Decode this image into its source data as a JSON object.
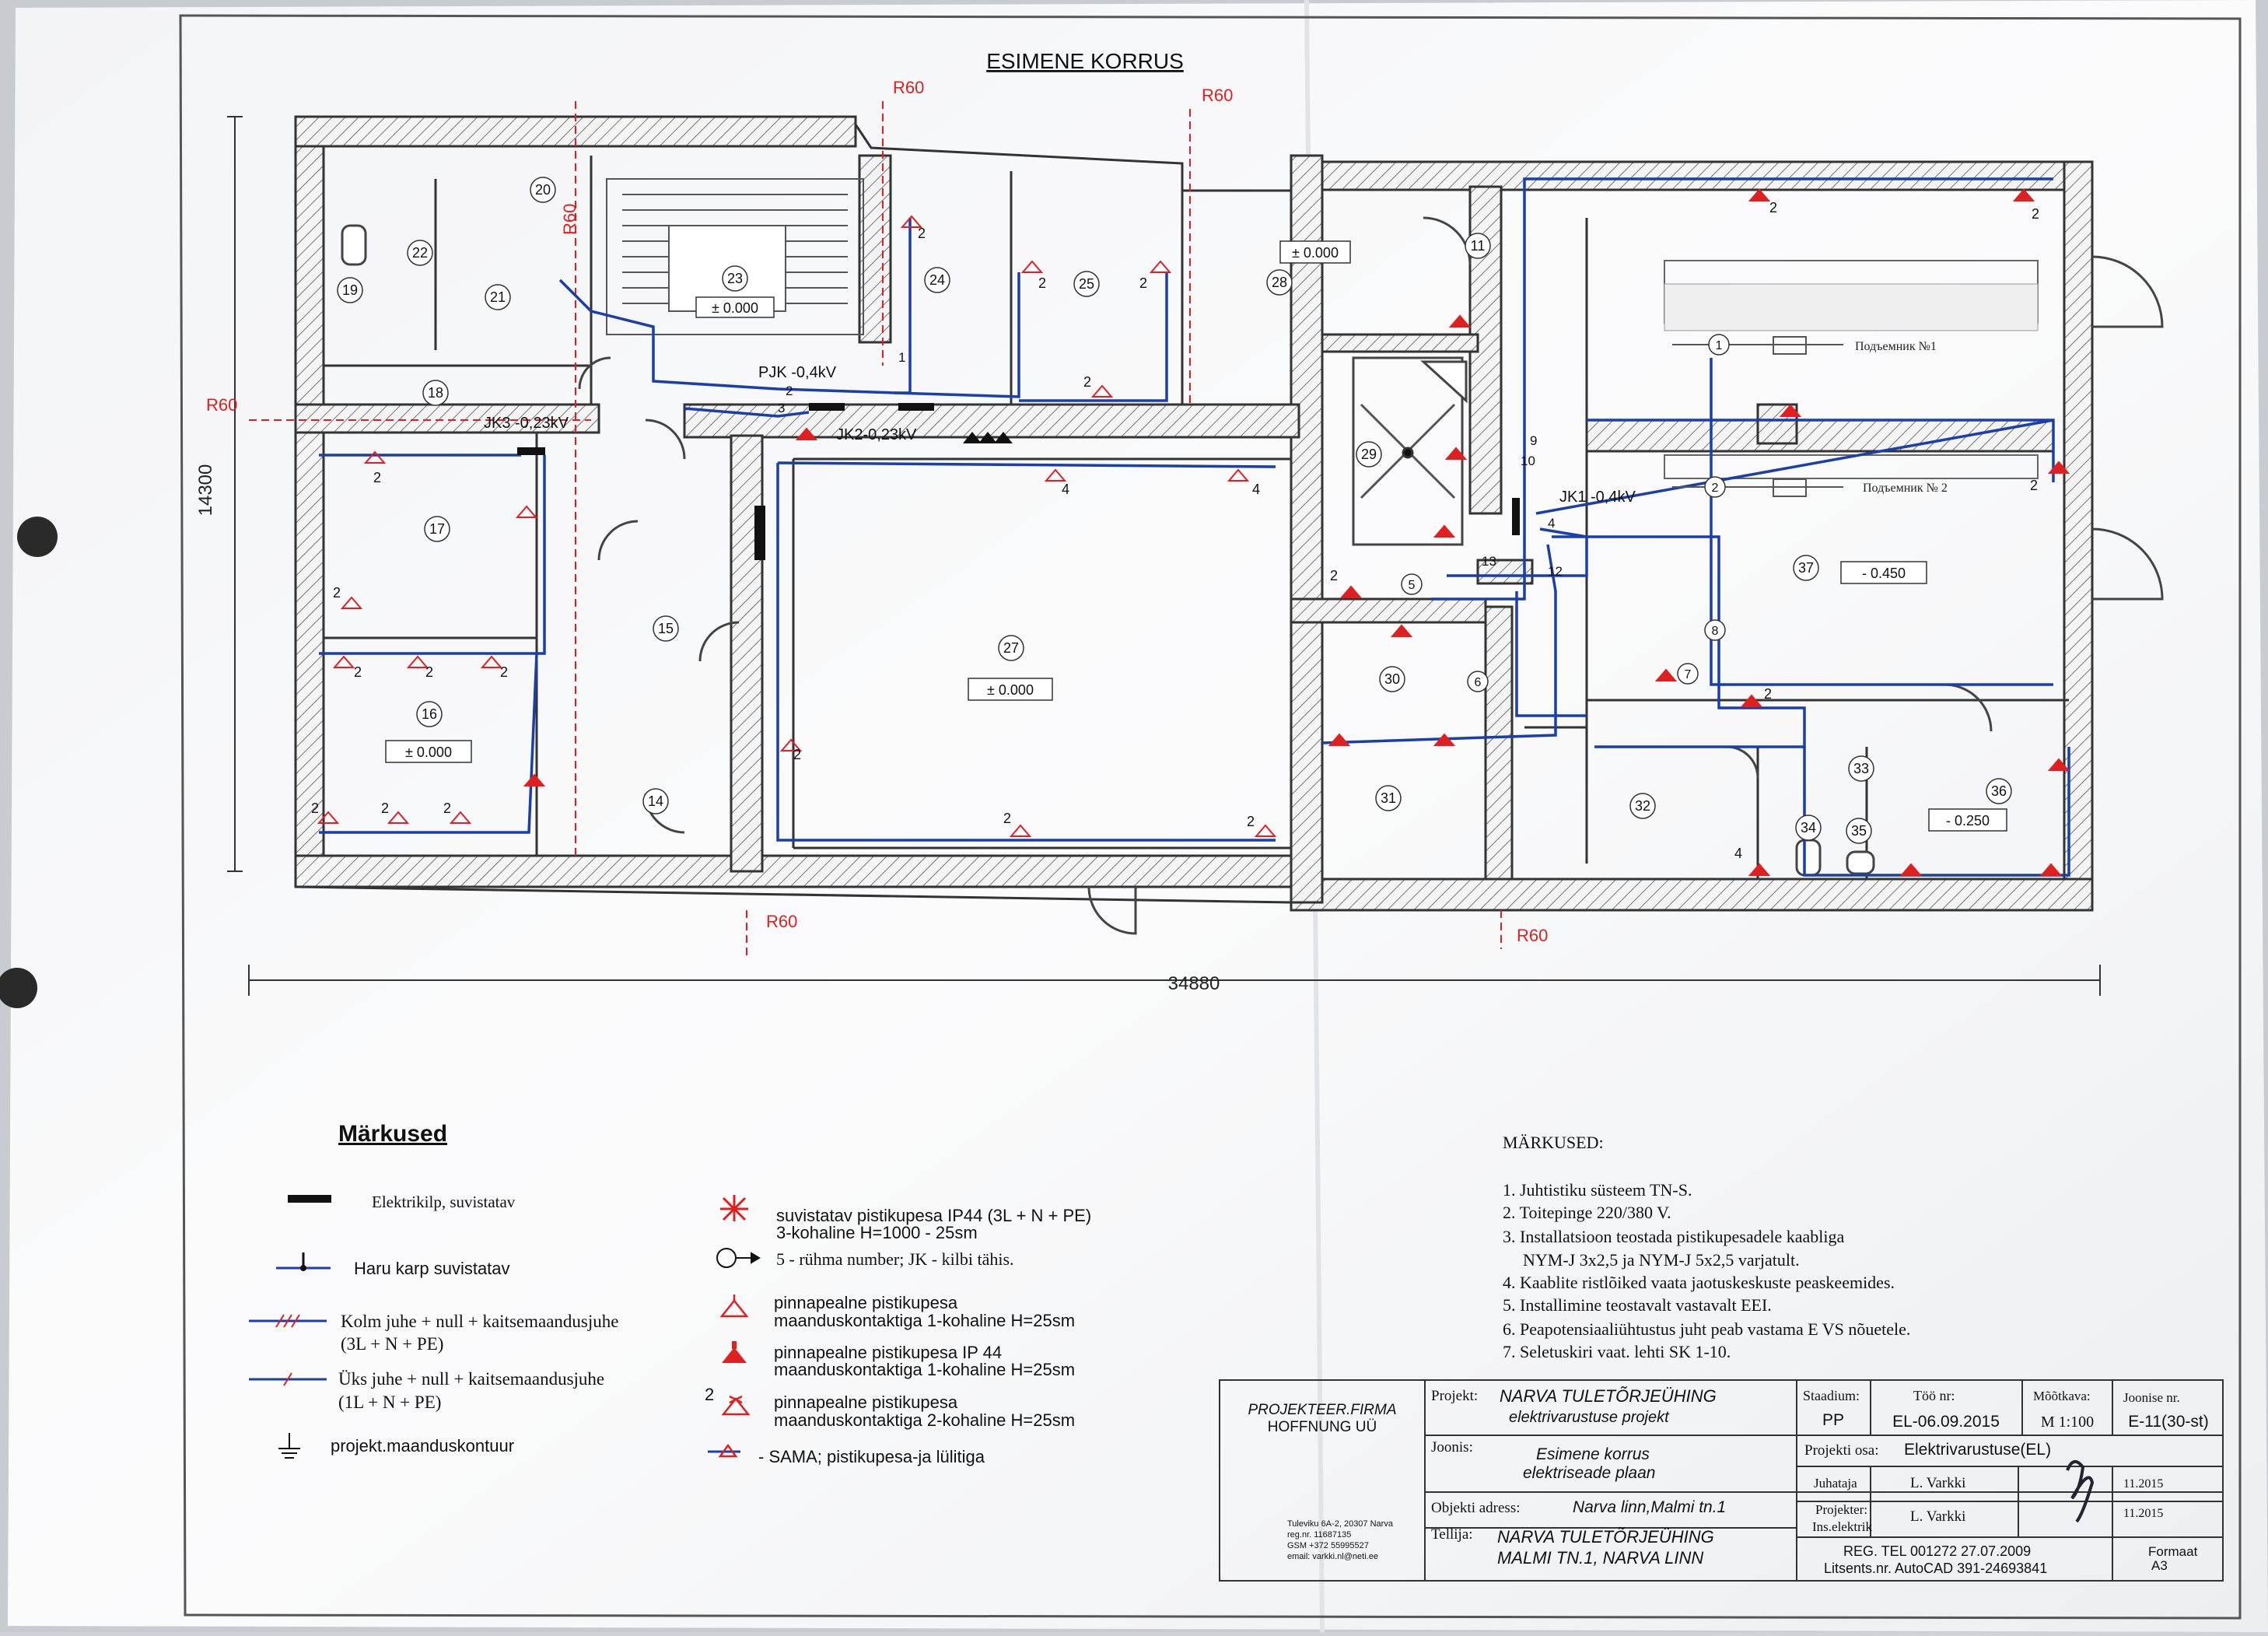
{
  "title": "ESIMENE KORRUS",
  "dimensions": {
    "height": "14300",
    "width": "34880"
  },
  "fire_marks": [
    "R60",
    "R60",
    "R60",
    "R60",
    "R60",
    "R60"
  ],
  "rooms": [
    {
      "n": "15"
    },
    {
      "n": "16",
      "level": "± 0.000"
    },
    {
      "n": "17"
    },
    {
      "n": "18"
    },
    {
      "n": "19"
    },
    {
      "n": "20"
    },
    {
      "n": "21"
    },
    {
      "n": "22"
    },
    {
      "n": "23",
      "level": "± 0.000"
    },
    {
      "n": "24"
    },
    {
      "n": "25"
    },
    {
      "n": "27",
      "level": "± 0.000"
    },
    {
      "n": "28",
      "level": "± 0.000"
    },
    {
      "n": "29"
    },
    {
      "n": "30"
    },
    {
      "n": "31"
    },
    {
      "n": "32"
    },
    {
      "n": "33"
    },
    {
      "n": "34"
    },
    {
      "n": "35"
    },
    {
      "n": "36",
      "level": "- 0.250"
    },
    {
      "n": "37",
      "level": "- 0.450"
    },
    {
      "n": "14"
    },
    {
      "n": "11"
    }
  ],
  "panels": {
    "pjk": "PJK -0,4kV",
    "jk2": "JK2-0,23kV",
    "jk3": "JK3 -0,23kV",
    "jk1": "JK1 -0,4kV"
  },
  "lifts": [
    "Подъемник №1",
    "Подъемник № 2"
  ],
  "group_numbers": [
    "1",
    "2",
    "3",
    "4",
    "5",
    "6",
    "7",
    "8",
    "9",
    "10",
    "11",
    "12",
    "13"
  ],
  "outlet_counts": [
    "2",
    "2",
    "2",
    "2",
    "2",
    "2",
    "2",
    "2",
    "2",
    "2",
    "2",
    "2",
    "2",
    "2",
    "2",
    "2",
    "2",
    "2",
    "2",
    "2",
    "4",
    "4",
    "4"
  ],
  "legend": {
    "heading": "Märkused",
    "items": [
      {
        "icon": "panel-icon",
        "text": "Elektrikilp, suvistatav"
      },
      {
        "icon": "junction-box-icon",
        "text": "Haru karp suvistatav"
      },
      {
        "icon": "three-wire-line-icon",
        "text": "Kolm juhe + null + kaitsemaandusjuhe",
        "sub": "(3L + N + PE)"
      },
      {
        "icon": "one-wire-line-icon",
        "text": "Üks juhe + null + kaitsemaandusjuhe",
        "sub": "(1L + N + PE)"
      },
      {
        "icon": "ground-icon",
        "text": "projekt.maanduskontuur"
      },
      {
        "icon": "outlet-ip44-flush-icon",
        "text": "suvistatav pistikupesa IP44 (3L + N + PE)",
        "sub": "3-kohaline H=1000 - 25sm"
      },
      {
        "icon": "group-number-icon",
        "text": "5 - rühma number; JK - kilbi tähis."
      },
      {
        "icon": "outlet-surface-1-icon",
        "text": "pinnapealne pistikupesa",
        "sub": "maanduskontaktiga 1-kohaline H=25sm"
      },
      {
        "icon": "outlet-surface-ip44-icon",
        "text": "pinnapealne pistikupesa IP 44",
        "sub": "maanduskontaktiga 1-kohaline H=25sm"
      },
      {
        "icon": "outlet-surface-2-icon",
        "text": "pinnapealne pistikupesa",
        "sub": "maanduskontaktiga 2-kohaline H=25sm"
      },
      {
        "icon": "outlet-switch-icon",
        "text": "-  SAMA; pistikupesa-ja lülitiga"
      }
    ]
  },
  "notes": {
    "heading": "MÄRKUSED:",
    "lines": [
      "1. Juhtistiku süsteem TN-S.",
      "2. Toitepinge 220/380 V.",
      "3. Installatsioon teostada pistikupesadele kaabliga",
      "NYM-J 3x2,5 ja NYM-J 5x2,5 varjatult.",
      "4. Kaablite ristlõiked vaata jaotuskeskuste peaskeemides.",
      "5. Installimine teostavalt vastavalt EEI.",
      "6. Peapotensiaaliühtustus juht peab vastama E VS nõuetele.",
      "7. Seletuskiri vaat. lehti SK 1-10."
    ]
  },
  "title_block": {
    "firm": "PROJEKTEER.FIRMA",
    "firm2": "HOFFNUNG UÜ",
    "firm_addr1": "Tuleviku 6A-2, 20307 Narva",
    "firm_addr2": "reg.nr. 11687135",
    "firm_addr3": "GSM +372 55995527",
    "firm_addr4": "email: varkki.nl@neti.ee",
    "projekt_label": "Projekt:",
    "projekt_1": "NARVA TULETÕRJEÜHING",
    "projekt_2": "elektrivarustuse projekt",
    "joonis_label": "Joonis:",
    "joonis_1": "Esimene korrus",
    "joonis_2": "elektriseade plaan",
    "obj_label": "Objekti adress:",
    "obj_value": "Narva linn,Malmi tn.1",
    "tellija_label": "Tellija:",
    "tellija_1": "NARVA TULETÕRJEÜHING",
    "tellija_2": "MALMI TN.1, NARVA LINN",
    "stadium_label": "Staadium:",
    "stadium_value": "PP",
    "too_label": "Töö nr:",
    "too_value": "EL-06.09.2015",
    "scale_label": "Mõõtkava:",
    "scale_value": "M 1:100",
    "sheet_label": "Joonise nr.",
    "sheet_value": "E-11(30-st)",
    "osa_label": "Projekti osa:",
    "osa_value": "Elektrivarustuse(EL)",
    "juhataja_label": "Juhataja",
    "juhataja_name": "L. Varkki",
    "juhataja_date": "11.2015",
    "projekter_label": "Projekter:",
    "projekter_label2": "Ins.elektrik",
    "projekter_name": "L. Varkki",
    "projekter_date": "11.2015",
    "reg": "REG. TEL 001272 27.07.2009",
    "lits": "Litsents.nr. AutoCAD 391-24693841",
    "formaat_label": "Formaat",
    "formaat_value": "A3"
  }
}
